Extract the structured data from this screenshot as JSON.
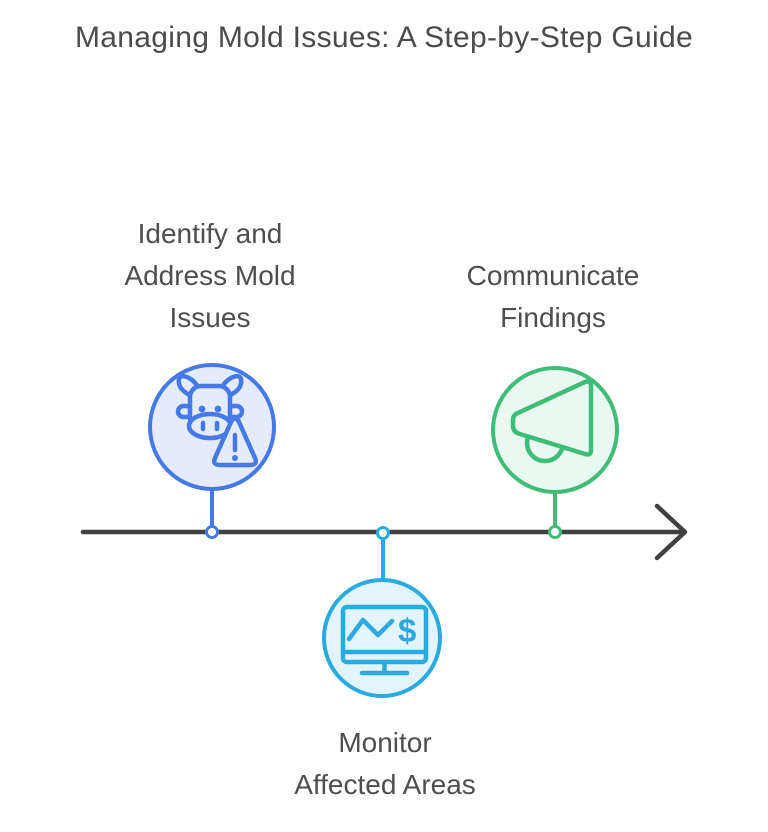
{
  "title": "Managing Mold Issues: A Step-by-Step Guide",
  "background_color": "#FFFFFF",
  "title_color": "#4A4B4D",
  "label_color": "#4D4E50",
  "timeline": {
    "direction": "right",
    "line_color": "#3F4042",
    "node_style": "open-circle-on-line"
  },
  "steps": [
    {
      "order": 1,
      "label": "Identify and\nAddress Mold\nIssues",
      "icon": "cow-warning-icon",
      "accent_color": "#4679E8",
      "fill_color": "#E4EBFB",
      "placement": "above-line"
    },
    {
      "order": 2,
      "label": "Monitor\nAffected Areas",
      "icon": "monitor-chart-dollar-icon",
      "accent_color": "#29ABE2",
      "fill_color": "#E3F4FC",
      "placement": "below-line",
      "dollar_glyph": "$"
    },
    {
      "order": 3,
      "label": "Communicate\nFindings",
      "icon": "megaphone-icon",
      "accent_color": "#3EBD78",
      "fill_color": "#E9F8F0",
      "placement": "above-line"
    }
  ]
}
